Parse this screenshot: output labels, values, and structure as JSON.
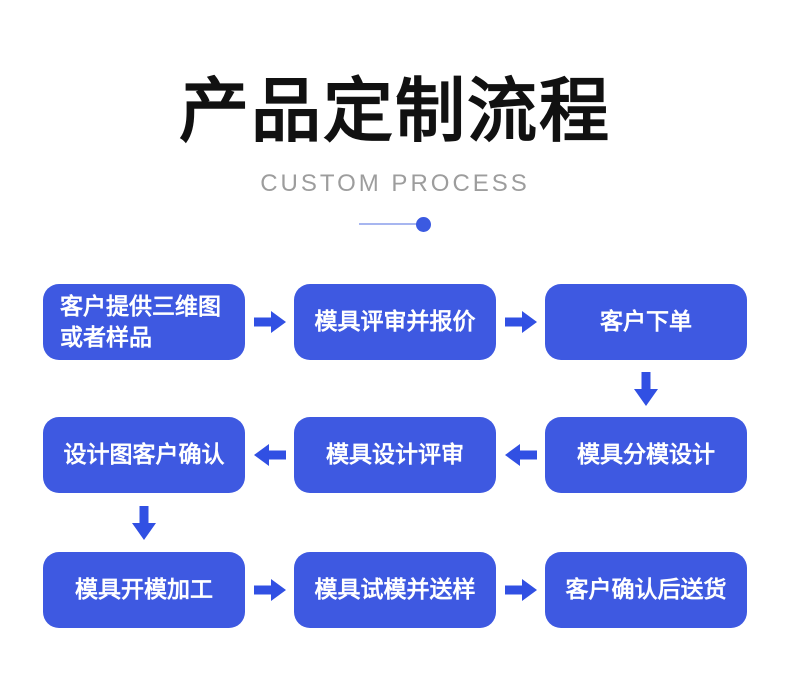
{
  "header": {
    "title": "产品定制流程",
    "subtitle": "CUSTOM PROCESS"
  },
  "colors": {
    "box_blue": "#3e59e1",
    "arrow_blue": "#3150e3",
    "divider_line": "#a7b6f0",
    "divider_dot": "#3b5ae1",
    "title_black": "#111111",
    "subtitle_gray": "#9d9d9d",
    "box_text": "#ffffff"
  },
  "flow": {
    "rows": [
      {
        "arrow_direction": "right",
        "boxes": [
          "客户提供三维图\n或者样品",
          "模具评审并报价",
          "客户下单"
        ]
      },
      {
        "arrow_direction": "left",
        "boxes": [
          "设计图客户确认",
          "模具设计评审",
          "模具分模设计"
        ]
      },
      {
        "arrow_direction": "right",
        "boxes": [
          "模具开模加工",
          "模具试模并送样",
          "客户确认后送货"
        ]
      }
    ],
    "connectors": [
      {
        "direction": "down",
        "from": "客户下单",
        "to": "模具分模设计",
        "column": "right"
      },
      {
        "direction": "down",
        "from": "设计图客户确认",
        "to": "模具开模加工",
        "column": "left"
      }
    ]
  }
}
